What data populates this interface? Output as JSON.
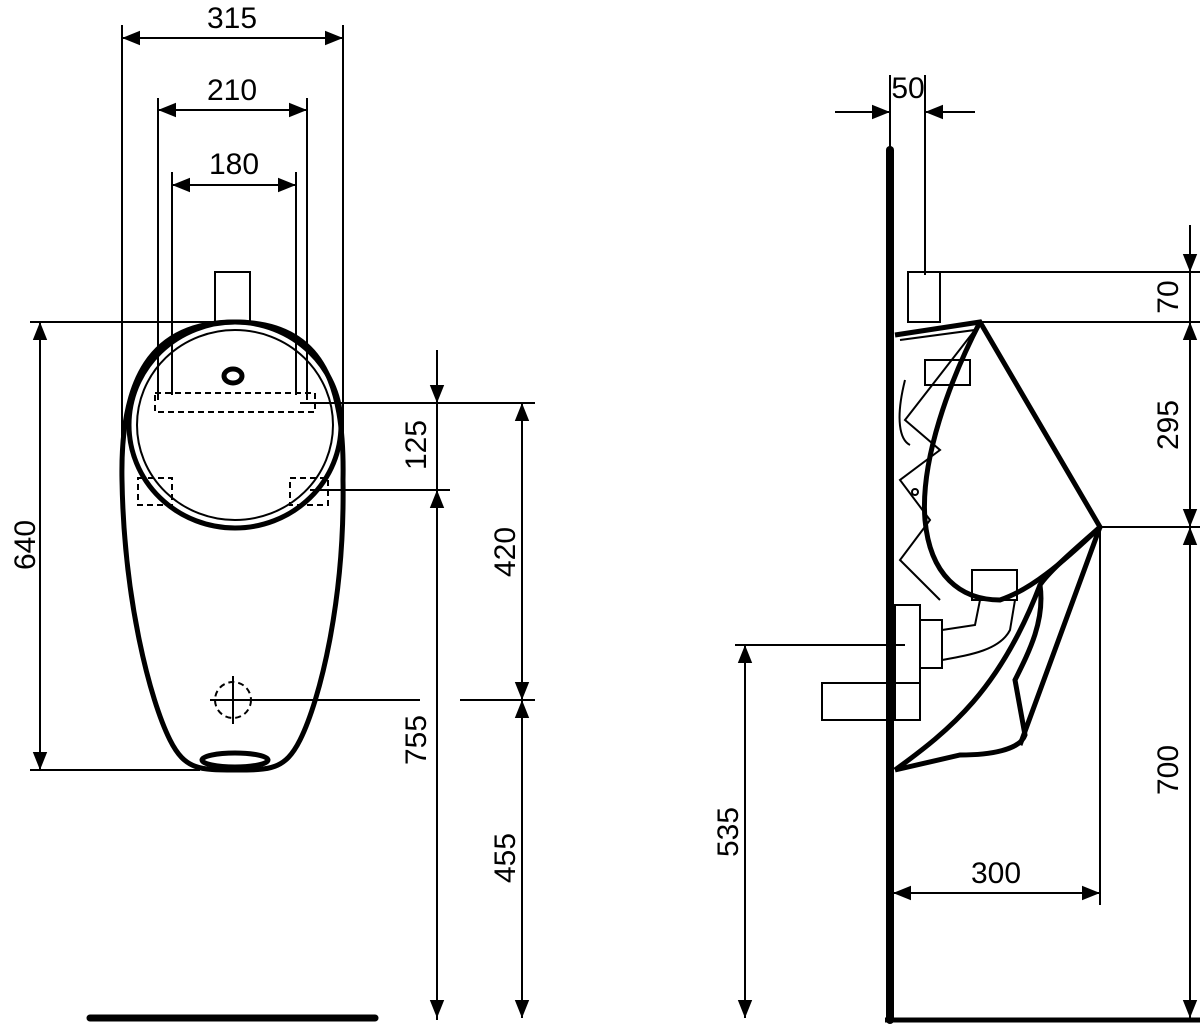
{
  "front_view": {
    "dimensions": {
      "overall_width": "315",
      "ring_outer_width": "210",
      "ring_inner_width": "180",
      "overall_height": "640",
      "fixing_spacing": "125",
      "top_fixing_to_outlet": "420",
      "lower_fixing_height": "755",
      "outlet_height": "455"
    }
  },
  "side_view": {
    "dimensions": {
      "wall_offset": "50",
      "inlet_height": "70",
      "upper_depth": "295",
      "rim_height": "700",
      "outlet_height": "535",
      "projection": "300"
    }
  },
  "colors": {
    "line": "#000000",
    "background": "#ffffff"
  }
}
